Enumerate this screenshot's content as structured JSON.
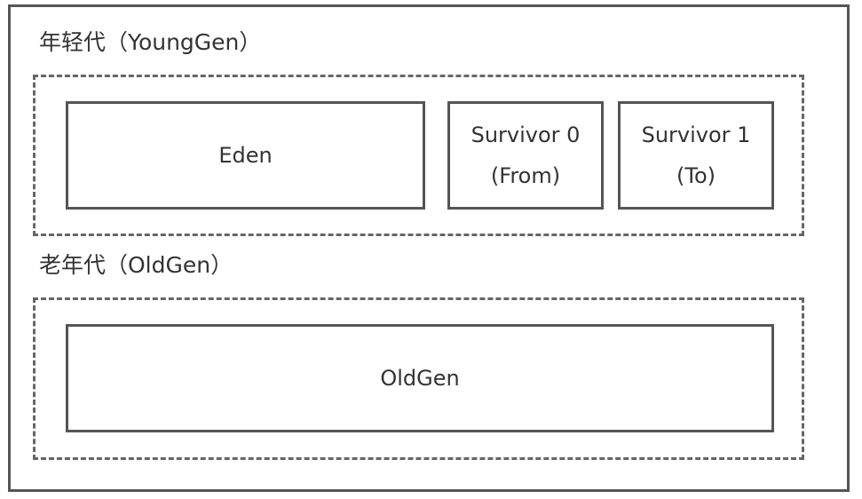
{
  "young_gen": {
    "label": "年轻代（YoungGen）",
    "eden": "Eden",
    "survivor0": {
      "line1": "Survivor 0",
      "line2": "(From)"
    },
    "survivor1": {
      "line1": "Survivor 1",
      "line2": "(To)"
    }
  },
  "old_gen": {
    "label": "老年代（OldGen）",
    "box": "OldGen"
  },
  "colors": {
    "border": "#555555",
    "dashed": "#666666",
    "text": "#333333",
    "background": "#ffffff"
  }
}
